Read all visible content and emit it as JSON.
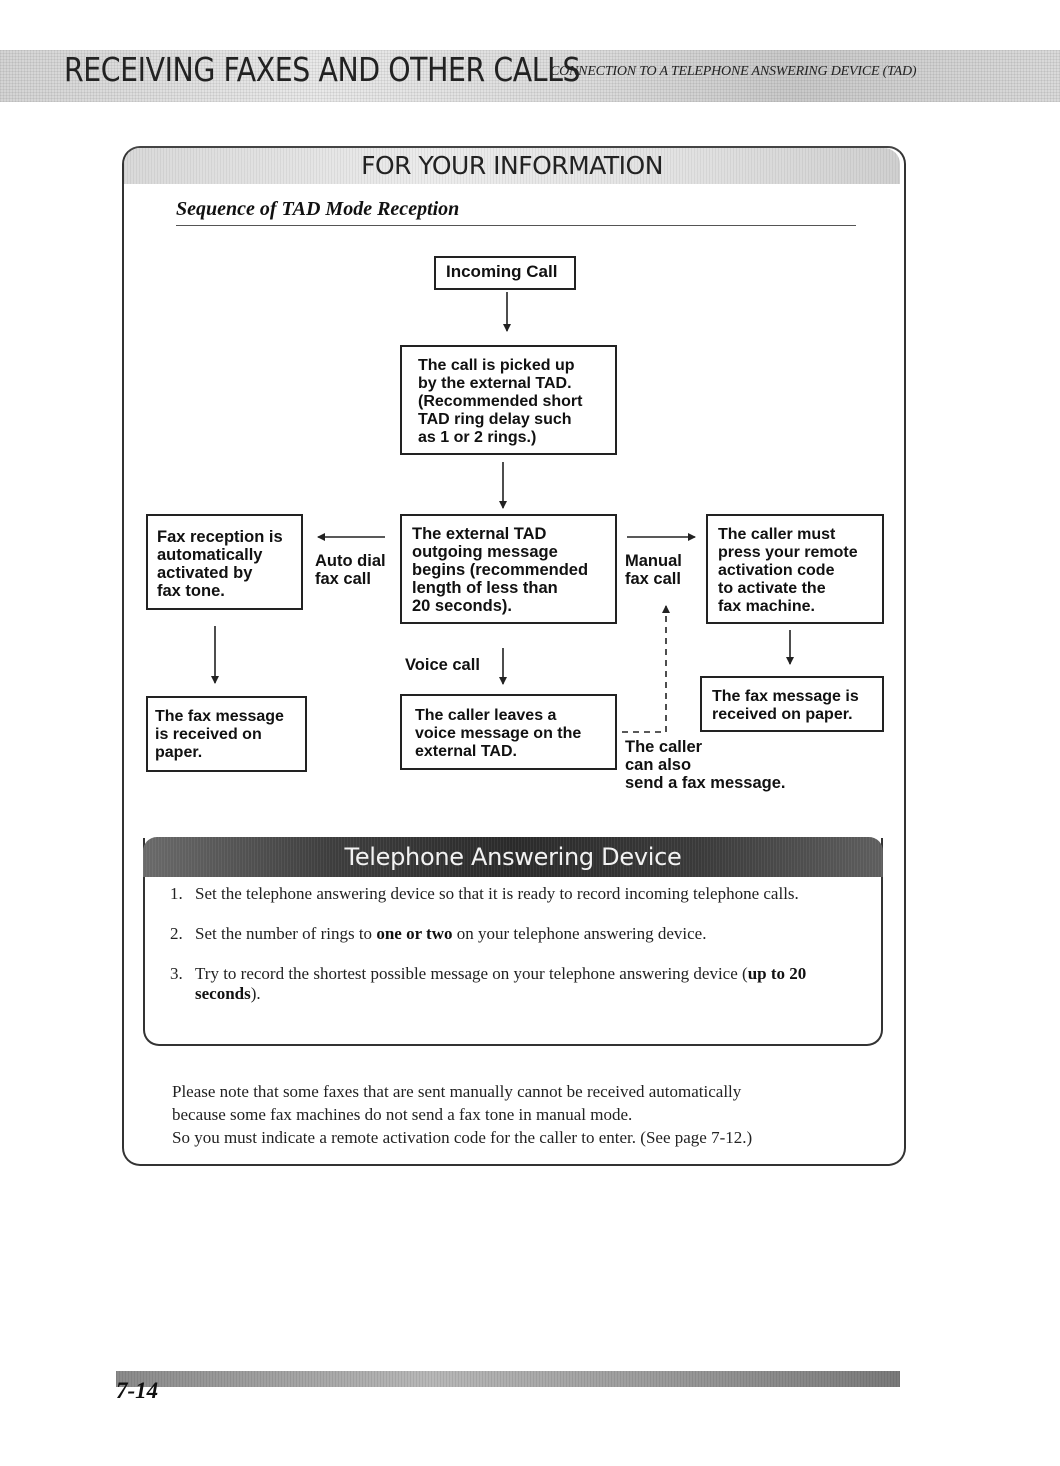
{
  "header": {
    "title": "RECEIVING FAXES AND OTHER CALLS",
    "subtitle": "CONNECTION TO A TELEPHONE ANSWERING DEVICE (TAD)"
  },
  "fyi": {
    "title": "FOR YOUR INFORMATION",
    "sequence_title": "Sequence of TAD Mode Reception",
    "flow": {
      "incoming_call": "Incoming Call",
      "picked_up": "The call is picked up\nby the external TAD.\n(Recommended short\nTAD ring delay such\nas 1 or 2 rings.)",
      "outgoing_message": "The external TAD\noutgoing message\nbegins (recommended\nlength of less than\n20 seconds).",
      "fax_reception_auto": "Fax reception is\nautomatically\nactivated by\nfax tone.",
      "auto_dial_label": "Auto dial\nfax call",
      "manual_label": "Manual\nfax call",
      "caller_must": "The caller must\npress your remote\nactivation code\nto activate the\nfax machine.",
      "voice_call_label": "Voice call",
      "fax_received_left": "The fax message\nis received on\npaper.",
      "caller_leaves": "The caller leaves a\nvoice message on the\nexternal TAD.",
      "fax_received_right": "The fax message is\nreceived on paper.",
      "caller_can_also": "The caller\ncan also\nsend a fax message."
    }
  },
  "tad": {
    "title": "Telephone Answering Device",
    "items": [
      {
        "num": "1.",
        "text": "Set the telephone answering device so that it is ready to record incoming telephone calls."
      },
      {
        "num": "2.",
        "pre": "Set the number of rings to ",
        "bold": "one or two",
        "post": " on your telephone answering device."
      },
      {
        "num": "3.",
        "pre": "Try to record the shortest possible message on your telephone answering device (",
        "bold": "up to 20 seconds",
        "post": ")."
      }
    ]
  },
  "note": {
    "line1": "Please note that some faxes that are sent manually cannot be received automatically",
    "line2": "because some fax machines do not send a fax tone in manual mode.",
    "line3": "So you must indicate a remote activation code for the caller to enter. (See page 7-12.)"
  },
  "footer": {
    "page_number": "7-14"
  }
}
